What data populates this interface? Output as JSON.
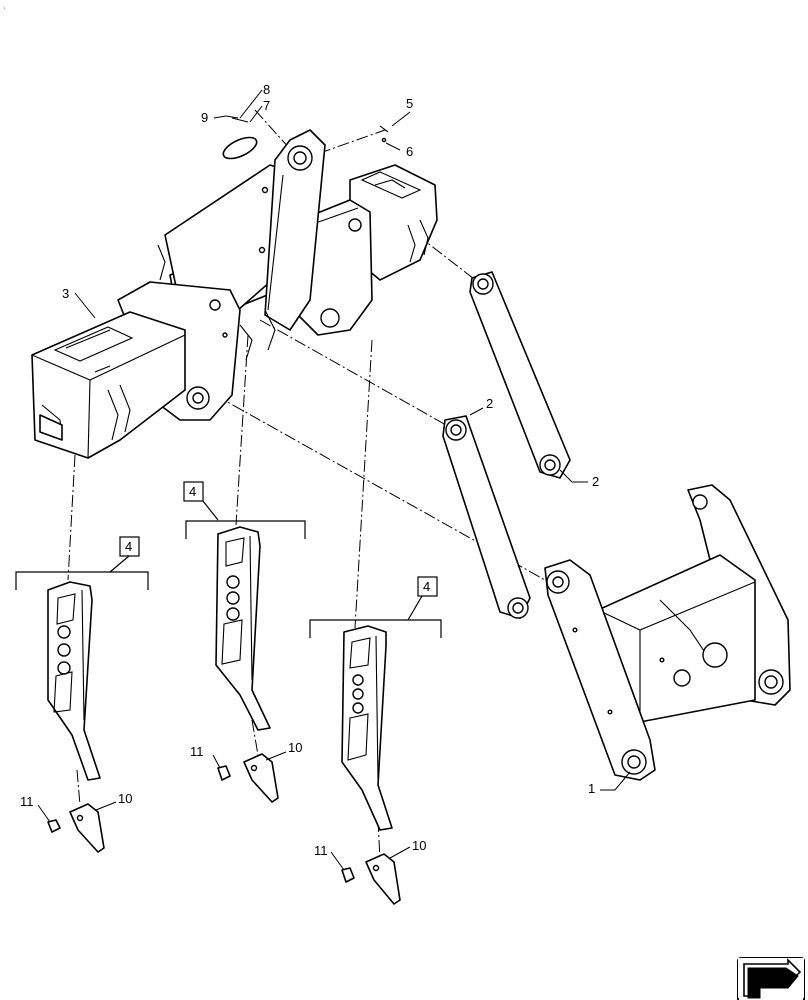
{
  "corner_mark": "'",
  "callouts": {
    "c1": "1",
    "c2a": "2",
    "c2b": "2",
    "c3": "3",
    "c4a": "4",
    "c4b": "4",
    "c4c": "4",
    "c5": "5",
    "c6": "6",
    "c7": "7",
    "c8": "8",
    "c9": "9",
    "c10a": "10",
    "c10b": "10",
    "c10c": "10",
    "c11a": "11",
    "c11b": "11",
    "c11c": "11"
  },
  "nav_icon": "previous-page-arrow-icon"
}
